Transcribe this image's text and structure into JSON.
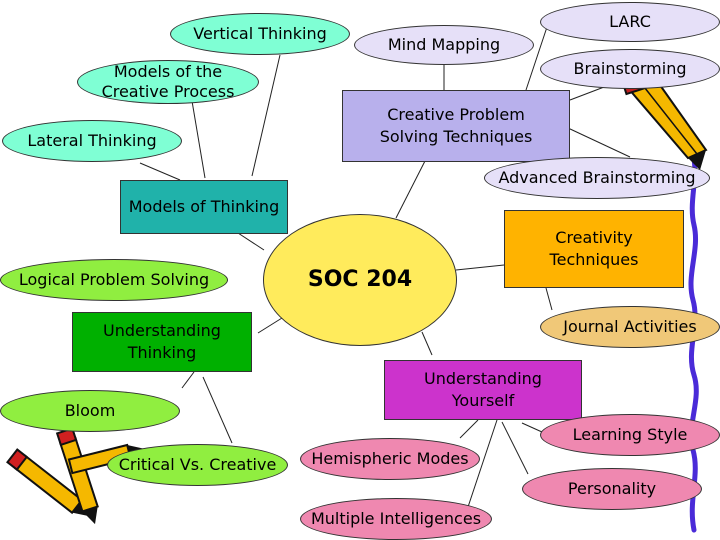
{
  "colors": {
    "center": "#ffeb5c",
    "teal": "#20b2aa",
    "teal_light": "#7fffd4",
    "lavender": "#b8b0ec",
    "lavender_light": "#e6e0f8",
    "orange": "#ffb300",
    "tan": "#f0c878",
    "green": "#00b000",
    "lime": "#90ee40",
    "magenta": "#cc33cc",
    "pink": "#ef88b0",
    "border": "#333333",
    "wavy_line": "#4a2bd8"
  },
  "diagram": {
    "center": "SOC 204",
    "models_of_thinking": {
      "label": "Models of Thinking",
      "children": [
        "Vertical Thinking",
        "Models of the\nCreative Process",
        "Lateral Thinking"
      ]
    },
    "creative_problem_solving": {
      "label": "Creative Problem\nSolving Techniques",
      "children": [
        "Mind Mapping",
        "LARC",
        "Brainstorming",
        "Advanced Brainstorming"
      ]
    },
    "creativity_techniques": {
      "label": "Creativity\nTechniques",
      "children": [
        "Journal Activities"
      ]
    },
    "understanding_thinking": {
      "label": "Understanding\nThinking",
      "children": [
        "Logical Problem Solving",
        "Bloom",
        "Critical Vs. Creative"
      ]
    },
    "understanding_yourself": {
      "label": "Understanding\nYourself",
      "children": [
        "Hemispheric Modes",
        "Multiple Intelligences",
        "Learning Style",
        "Personality"
      ]
    }
  },
  "decorations": [
    "pencil-icon",
    "pencils-icon",
    "wavy-line"
  ]
}
